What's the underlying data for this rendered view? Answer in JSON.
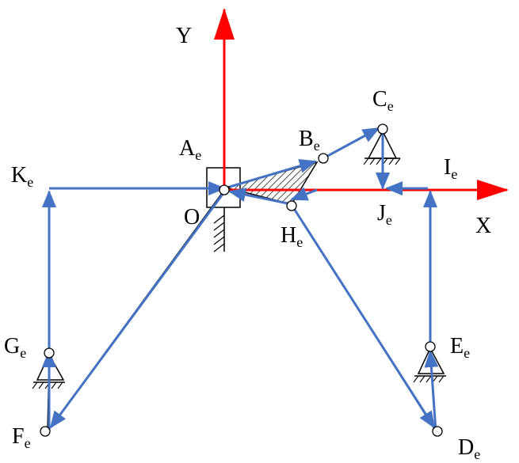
{
  "colors": {
    "axis": "#ff0000",
    "vector": "#4472c4",
    "structure": "#000000",
    "joint_fill": "#ffffff"
  },
  "axes": {
    "x_label": "X",
    "y_label": "Y",
    "origin_label": "O"
  },
  "points": {
    "A": {
      "base": "A",
      "subscript": "e"
    },
    "B": {
      "base": "B",
      "subscript": "e"
    },
    "C": {
      "base": "C",
      "subscript": "e"
    },
    "D": {
      "base": "D",
      "subscript": "e"
    },
    "E": {
      "base": "E",
      "subscript": "e"
    },
    "F": {
      "base": "F",
      "subscript": "e"
    },
    "G": {
      "base": "G",
      "subscript": "e"
    },
    "H": {
      "base": "H",
      "subscript": "e"
    },
    "I": {
      "base": "I",
      "subscript": "e"
    },
    "J": {
      "base": "J",
      "subscript": "e"
    },
    "K": {
      "base": "K",
      "subscript": "e"
    }
  }
}
